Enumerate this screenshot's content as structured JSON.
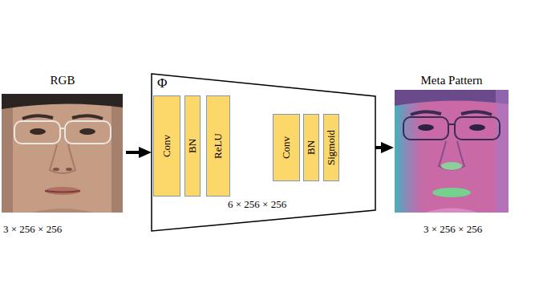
{
  "diagram": {
    "nodes": [
      {
        "text": [
          "RGB",
          "3 × 256 × 256"
        ]
      },
      {
        "text": [
          "Φ",
          "6 × 256 × 256"
        ]
      },
      {
        "text": [
          "Conv"
        ],
        "in": 1
      },
      {
        "text": [
          "BN"
        ],
        "in": 1
      },
      {
        "text": [
          "ReLU"
        ],
        "in": 1
      },
      {
        "text": [
          "Conv"
        ],
        "in": 1
      },
      {
        "text": [
          "BN"
        ],
        "in": 1
      },
      {
        "text": [
          "Sigmoid"
        ],
        "in": 1
      },
      {
        "text": [
          "Meta Pattern",
          "3 × 256 × 256"
        ]
      }
    ],
    "edges": [
      {
        "from": 0,
        "to": 1,
        "arrow": "to"
      },
      {
        "from": 4,
        "to": 5,
        "arrow": "to"
      },
      {
        "from": 7,
        "to": 8,
        "arrow": "to"
      }
    ]
  }
}
